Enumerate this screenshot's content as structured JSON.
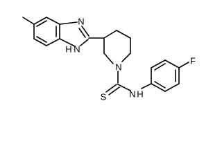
{
  "molecule": {
    "atoms": {
      "n_imidazole_top": "N",
      "n_imidazole_bottom": "N",
      "h_imidazole_bottom": "H",
      "n_piperidine": "N",
      "s_thione": "S",
      "n_amide": "N",
      "h_amide": "H",
      "f_phenyl": "F"
    }
  },
  "colors": {
    "bond": "#000000",
    "background": "#ffffff",
    "label": "#000000"
  }
}
